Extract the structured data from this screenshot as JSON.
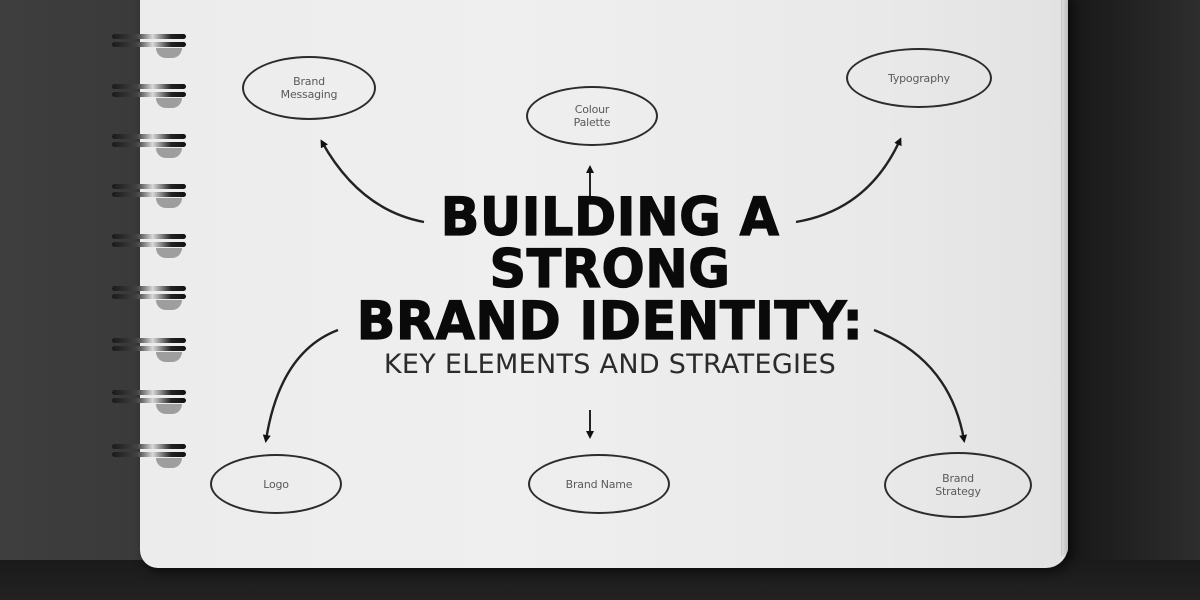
{
  "colors": {
    "page": "#ececec",
    "ink": "#0a0a0a",
    "outline": "#2c2c2c",
    "label_ink": "#5a5a5a",
    "background": "#343434"
  },
  "title": {
    "lines": [
      "BUILDING A",
      "STRONG",
      "BRAND IDENTITY:"
    ],
    "subtitle": "KEY ELEMENTS AND STRATEGIES"
  },
  "nodes": {
    "brand_messaging": "Brand\nMessaging",
    "colour_palette": "Colour\nPalette",
    "typography": "Typography",
    "logo": "Logo",
    "brand_name": "Brand Name",
    "brand_strategy": "Brand\nStrategy"
  },
  "spiral": {
    "ring_count": 9
  }
}
